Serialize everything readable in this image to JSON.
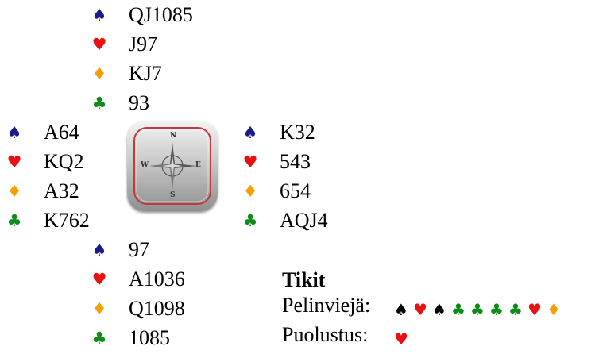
{
  "suit_glyphs": {
    "spades": "♠",
    "hearts": "♥",
    "diamonds": "♦",
    "clubs": "♣"
  },
  "colors": {
    "spades": "#1a1a8c",
    "hearts": "#e81010",
    "diamonds": "#f5a000",
    "clubs": "#0c8c18",
    "trick_spades": "#000000"
  },
  "hands": {
    "north": {
      "spades": "QJ1085",
      "hearts": "J97",
      "diamonds": "KJ7",
      "clubs": "93"
    },
    "west": {
      "spades": "A64",
      "hearts": "KQ2",
      "diamonds": "A32",
      "clubs": "K762"
    },
    "east": {
      "spades": "K32",
      "hearts": "543",
      "diamonds": "654",
      "clubs": "AQJ4"
    },
    "south": {
      "spades": "97",
      "hearts": "A1036",
      "diamonds": "Q1098",
      "clubs": "1085"
    }
  },
  "compass": {
    "n": "N",
    "e": "E",
    "s": "S",
    "w": "W",
    "icon": "compass-icon"
  },
  "tricks": {
    "title": "Tikit",
    "declarer": {
      "label": "Pelinviejä:",
      "suits": [
        "spades",
        "hearts",
        "spades",
        "clubs",
        "clubs",
        "clubs",
        "clubs",
        "hearts",
        "diamonds"
      ]
    },
    "defense": {
      "label": "Puolustus:",
      "suits": [
        "hearts"
      ]
    }
  }
}
